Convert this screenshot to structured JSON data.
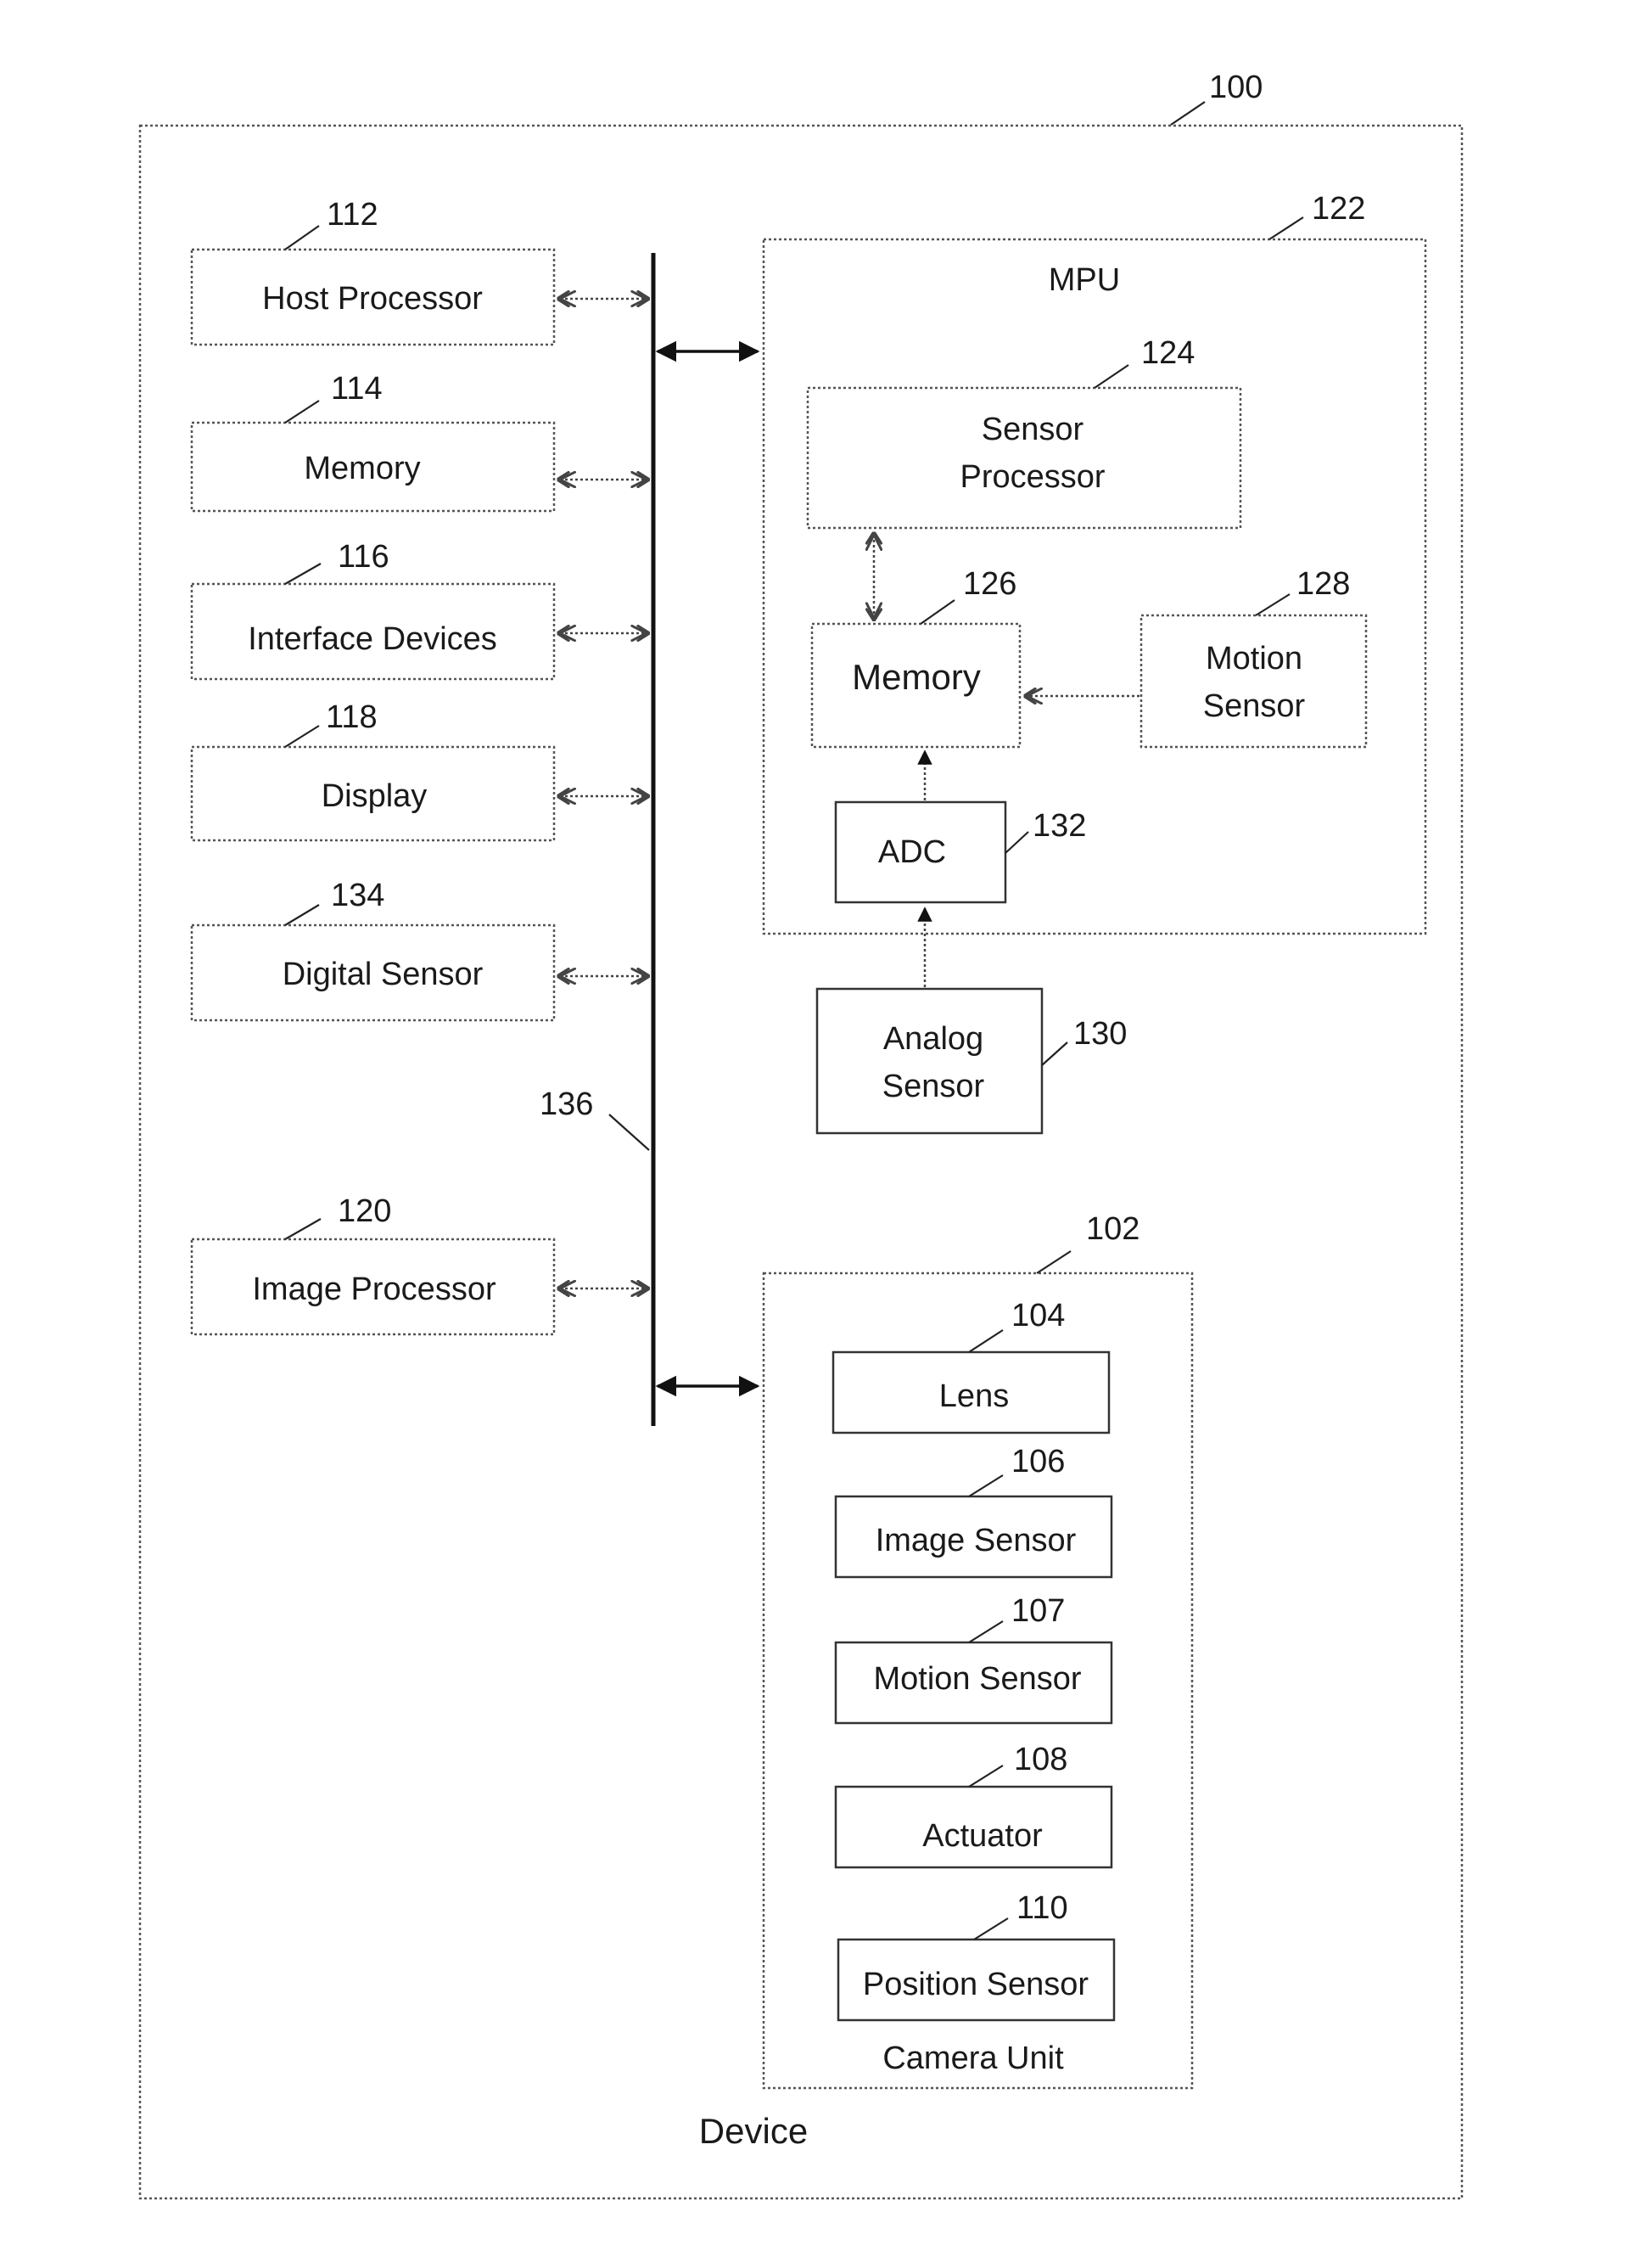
{
  "figure": {
    "device": {
      "ref": "100",
      "label": "Device"
    },
    "host_processor": {
      "ref": "112",
      "label": "Host Processor"
    },
    "memory": {
      "ref": "114",
      "label": "Memory"
    },
    "interface_devices": {
      "ref": "116",
      "label": "Interface Devices"
    },
    "display": {
      "ref": "118",
      "label": "Display"
    },
    "digital_sensor": {
      "ref": "134",
      "label": "Digital Sensor"
    },
    "bus": {
      "ref": "136"
    },
    "image_processor": {
      "ref": "120",
      "label": "Image Processor"
    },
    "mpu": {
      "ref": "122",
      "label": "MPU",
      "sensor_processor": {
        "ref": "124",
        "label_line1": "Sensor",
        "label_line2": "Processor"
      },
      "memory": {
        "ref": "126",
        "label": "Memory"
      },
      "motion_sensor": {
        "ref": "128",
        "label_line1": "Motion",
        "label_line2": "Sensor"
      },
      "adc": {
        "ref": "132",
        "label": "ADC"
      }
    },
    "analog_sensor": {
      "ref": "130",
      "label_line1": "Analog",
      "label_line2": "Sensor"
    },
    "camera_unit": {
      "ref": "102",
      "label": "Camera Unit",
      "lens": {
        "ref": "104",
        "label": "Lens"
      },
      "image_sensor": {
        "ref": "106",
        "label": "Image Sensor"
      },
      "motion_sensor": {
        "ref": "107",
        "label": "Motion Sensor"
      },
      "actuator": {
        "ref": "108",
        "label": "Actuator"
      },
      "position_sensor": {
        "ref": "110",
        "label": "Position Sensor"
      }
    }
  }
}
